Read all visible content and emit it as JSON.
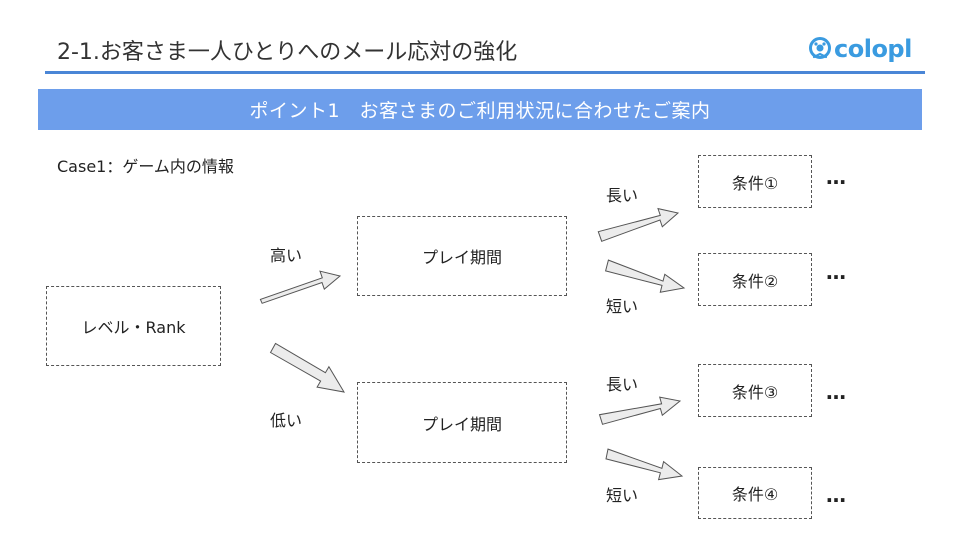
{
  "slide": {
    "title": "2-1.お客さま一人ひとりへのメール応対の強化",
    "logo_text": "colopl",
    "banner": "ポイント1　お客さまのご利用状況に合わせたご案内",
    "case_label": "Case1：ゲーム内の情報"
  },
  "diagram": {
    "root": "レベル・Rank",
    "branches": [
      {
        "edge_label": "高い",
        "node": "プレイ期間",
        "children": [
          {
            "edge_label": "長い",
            "node": "条件①",
            "ellipsis": "…"
          },
          {
            "edge_label": "短い",
            "node": "条件②",
            "ellipsis": "…"
          }
        ]
      },
      {
        "edge_label": "低い",
        "node": "プレイ期間",
        "children": [
          {
            "edge_label": "長い",
            "node": "条件③",
            "ellipsis": "…"
          },
          {
            "edge_label": "短い",
            "node": "条件④",
            "ellipsis": "…"
          }
        ]
      }
    ]
  },
  "colors": {
    "banner": "#6d9eeb",
    "title_rule": "#4a86d6",
    "logo": "#3a9be0",
    "arrow_fill": "#ececec",
    "arrow_stroke": "#555555"
  },
  "icons": {
    "logo_mark": "colopl-logo-icon"
  }
}
